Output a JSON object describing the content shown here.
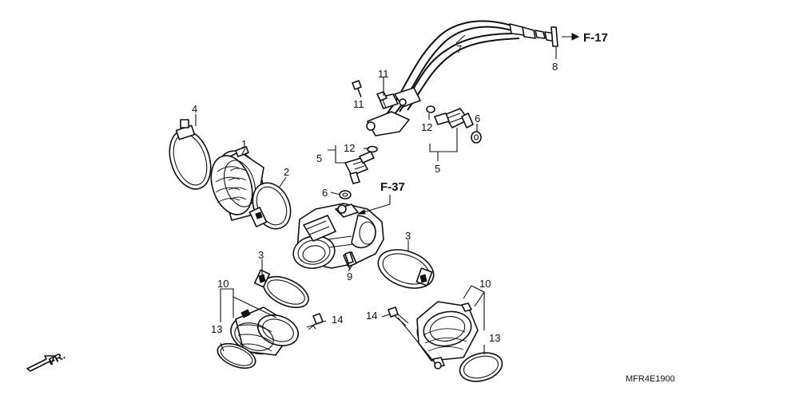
{
  "callouts": {
    "n1": "1",
    "n2": "2",
    "n3a": "3",
    "n3b": "3",
    "n4": "4",
    "n5a": "5",
    "n5b": "5",
    "n6a": "6",
    "n6b": "6",
    "n7": "7",
    "n8": "8",
    "n9": "9",
    "n10a": "10",
    "n10b": "10",
    "n11a": "11",
    "n11b": "11",
    "n12a": "12",
    "n12b": "12",
    "n13a": "13",
    "n13b": "13",
    "n14a": "14",
    "n14b": "14"
  },
  "refs": {
    "f17": "F-17",
    "f37": "F-37"
  },
  "front_label": "FR.",
  "diagram_code": "MFR4E1900"
}
